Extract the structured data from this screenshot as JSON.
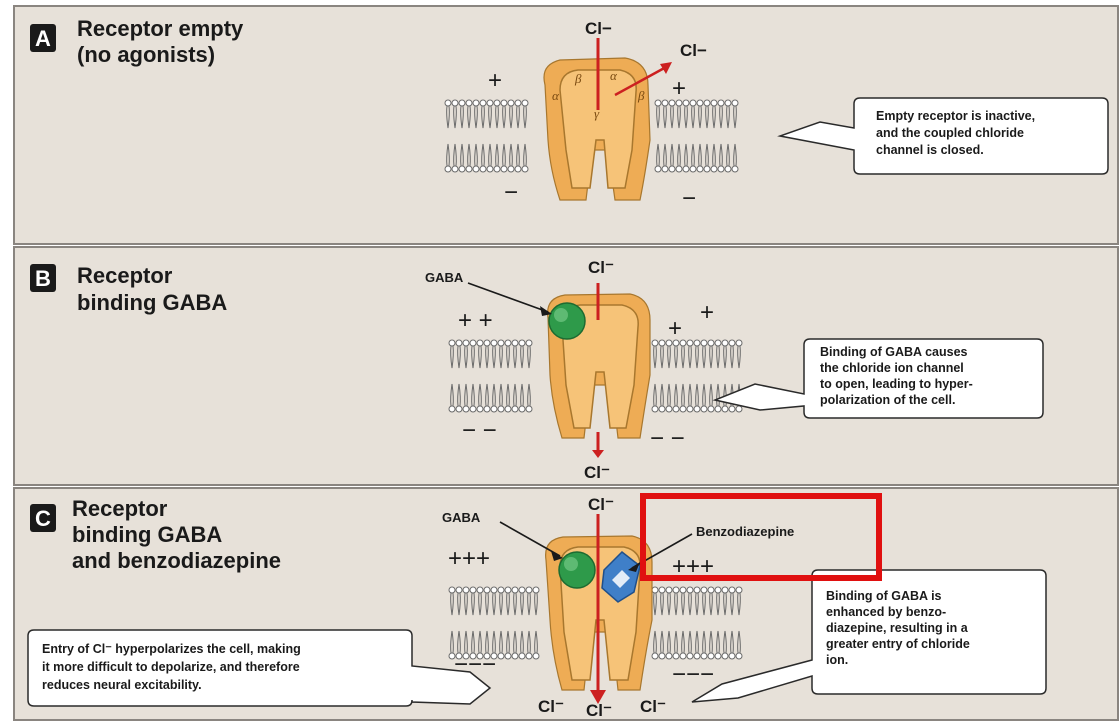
{
  "panels": [
    {
      "badge": "A",
      "title_lines": [
        "Receptor empty",
        "(no agonists)"
      ],
      "cl_labels": [
        "Cl−",
        "Cl−"
      ],
      "subunits": [
        "β",
        "α",
        "α",
        "γ",
        "β"
      ],
      "callout": [
        "Empty receptor is inactive,",
        "and the coupled chloride",
        "channel is closed."
      ]
    },
    {
      "badge": "B",
      "title_lines": [
        "Receptor",
        "binding GABA"
      ],
      "gaba_label": "GABA",
      "cl_labels": [
        "Cl⁻",
        "Cl⁻"
      ],
      "callout": [
        "Binding of GABA causes",
        "the chloride ion channel",
        "to open, leading to hyper-",
        "polarization of the cell."
      ]
    },
    {
      "badge": "C",
      "title_lines": [
        "Receptor",
        "binding GABA",
        "and benzodiazepine"
      ],
      "gaba_label": "GABA",
      "benzo_label": "Benzodiazepine",
      "cl_labels": [
        "Cl⁻",
        "Cl⁻",
        "Cl⁻",
        "Cl⁻"
      ],
      "callout_right": [
        "Binding of GABA is",
        "enhanced by benzo-",
        "diazepine, resulting in a",
        "greater entry of chloride",
        "ion."
      ],
      "callout_left": [
        "Entry of Cl⁻ hyperpolarizes the cell, making",
        "it more difficult to depolarize, and therefore",
        "reduces neural excitability."
      ]
    }
  ],
  "signs": {
    "a_plus": "+",
    "a_minus": "−",
    "b_plus_left": "+ +",
    "b_plus_right1": "+",
    "b_plus_right2": "+",
    "b_minus_left": "− −",
    "b_minus_right": "− −",
    "c_plus_left": "+++",
    "c_plus_right": "+++",
    "c_minus_left": "−−−",
    "c_minus_right": "−−−"
  },
  "colors": {
    "highlight": "#e01010",
    "gaba": "#2e9a4a",
    "benzo": "#3f7fc8",
    "receptor": "#f6c378",
    "chloride_arrow": "#cc2020"
  }
}
